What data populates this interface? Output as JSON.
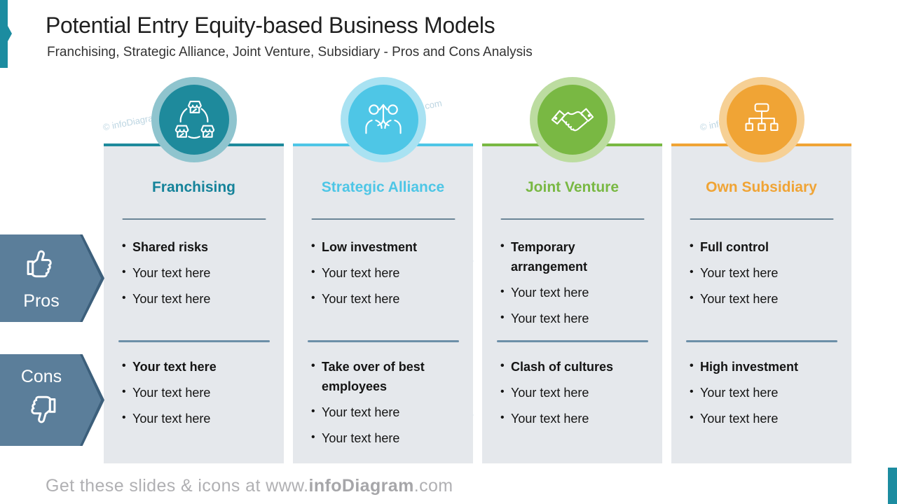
{
  "slide": {
    "title": "Potential Entry Equity-based Business Models",
    "subtitle": "Franchising, Strategic Alliance, Joint Venture, Subsidiary - Pros and Cons Analysis",
    "watermark": "© infoDiagram.com",
    "footer": {
      "prefix": "Get these slides & icons at www.",
      "brand": "infoDiagram",
      "suffix": ".com"
    }
  },
  "badges": {
    "pros": "Pros",
    "cons": "Cons"
  },
  "columns": [
    {
      "title": "Franchising",
      "icon": "franchise-stores-icon",
      "pros": [
        "Shared risks",
        "Your text here",
        "Your text here"
      ],
      "cons": [
        "Your text here",
        "Your text here",
        "Your text here"
      ]
    },
    {
      "title": "Strategic Alliance",
      "icon": "alliance-people-arrow-icon",
      "pros": [
        "Low investment",
        "Your text here",
        "Your text here"
      ],
      "cons": [
        "Take over of best employees",
        "Your text here",
        "Your text here"
      ]
    },
    {
      "title": "Joint Venture",
      "icon": "handshake-icon",
      "pros": [
        "Temporary arrangement",
        "Your text here",
        "Your text here"
      ],
      "cons": [
        "Clash of cultures",
        "Your text here",
        "Your text here"
      ]
    },
    {
      "title": "Own Subsidiary",
      "icon": "org-chart-icon",
      "pros": [
        "Full control",
        "Your text here",
        "Your text here"
      ],
      "cons": [
        "High investment",
        "Your text here",
        "Your text here"
      ]
    }
  ],
  "colors": {
    "franchising_accent": "#1E8A9C",
    "franchising_ring": "#8FC4CE",
    "alliance_accent": "#4EC6E6",
    "alliance_ring": "#A9E2F2",
    "joint_venture_accent": "#79B843",
    "joint_venture_ring": "#BCDCA0",
    "subsidiary_accent": "#F0A435",
    "subsidiary_ring": "#F6D095",
    "card_background": "#E5E8EC",
    "badge": "#5B7E9A",
    "badge_shadow": "#3C5F7B",
    "divider": "#6C8FA8",
    "footer_text": "#B0B0B3",
    "corner_accent": "#1C8CA0"
  }
}
